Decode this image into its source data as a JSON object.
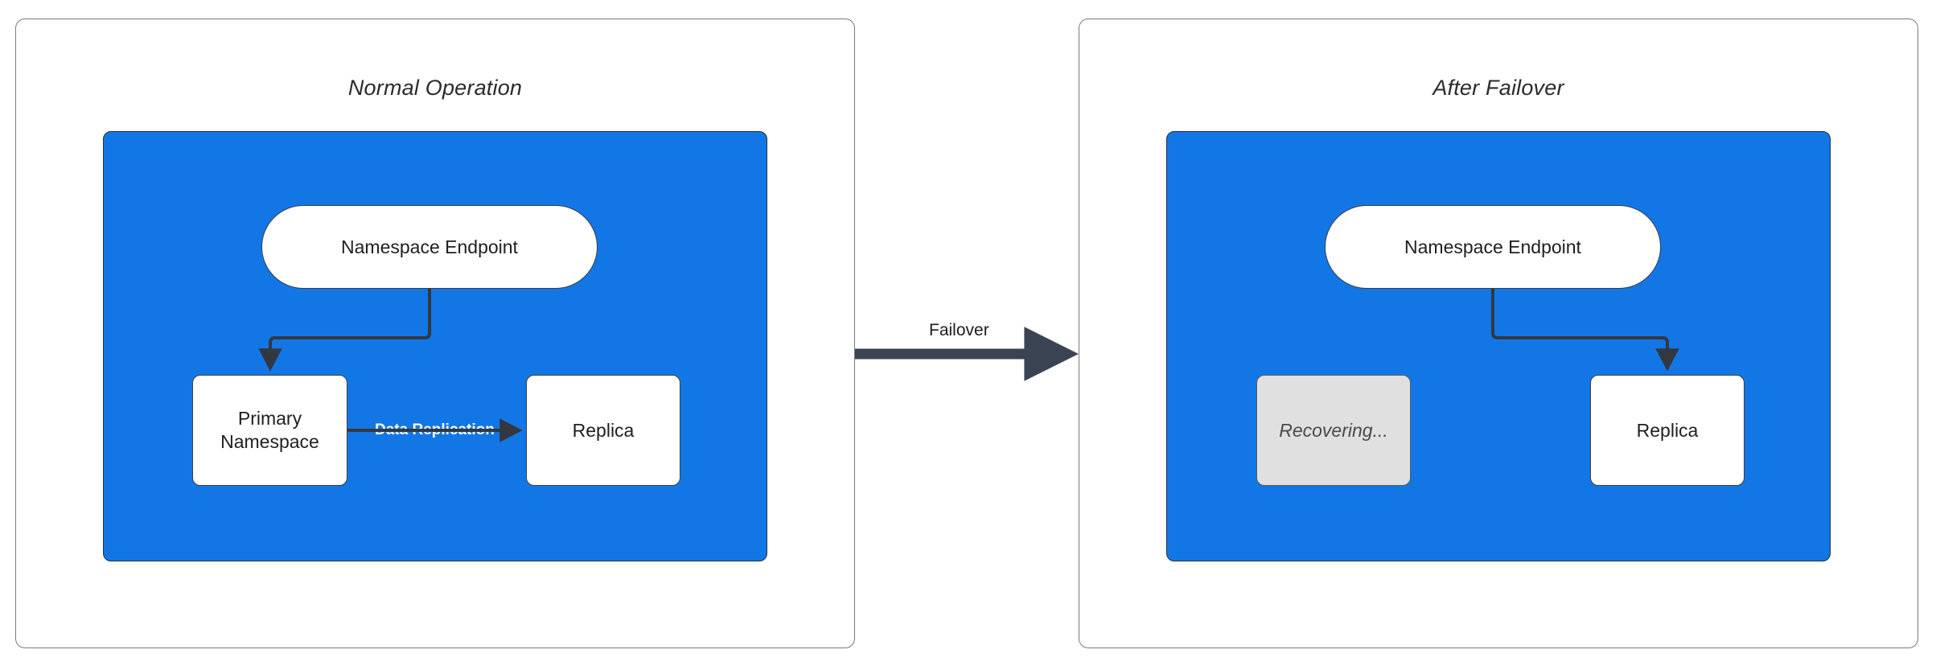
{
  "diagram": {
    "title_left": "Normal Operation",
    "title_right": "After Failover",
    "accent_blue": "#1277E5",
    "stroke_dark": "#333840",
    "muted_gray": "#E0E0E0"
  },
  "panels": {
    "left": {
      "title": "Normal Operation",
      "nodes": {
        "endpoint": "Namespace Endpoint",
        "primary": "Primary\nNamespace",
        "primary_line1": "Primary",
        "primary_line2": "Namespace",
        "replica": "Replica"
      },
      "edges": {
        "endpoint_to_primary": "",
        "replication_label": "Data Replication"
      }
    },
    "right": {
      "title": "After Failover",
      "nodes": {
        "endpoint": "Namespace Endpoint",
        "recovering": "Recovering...",
        "replica": "Replica"
      },
      "edges": {
        "endpoint_to_replica": ""
      }
    }
  },
  "transition": {
    "label": "Failover"
  }
}
